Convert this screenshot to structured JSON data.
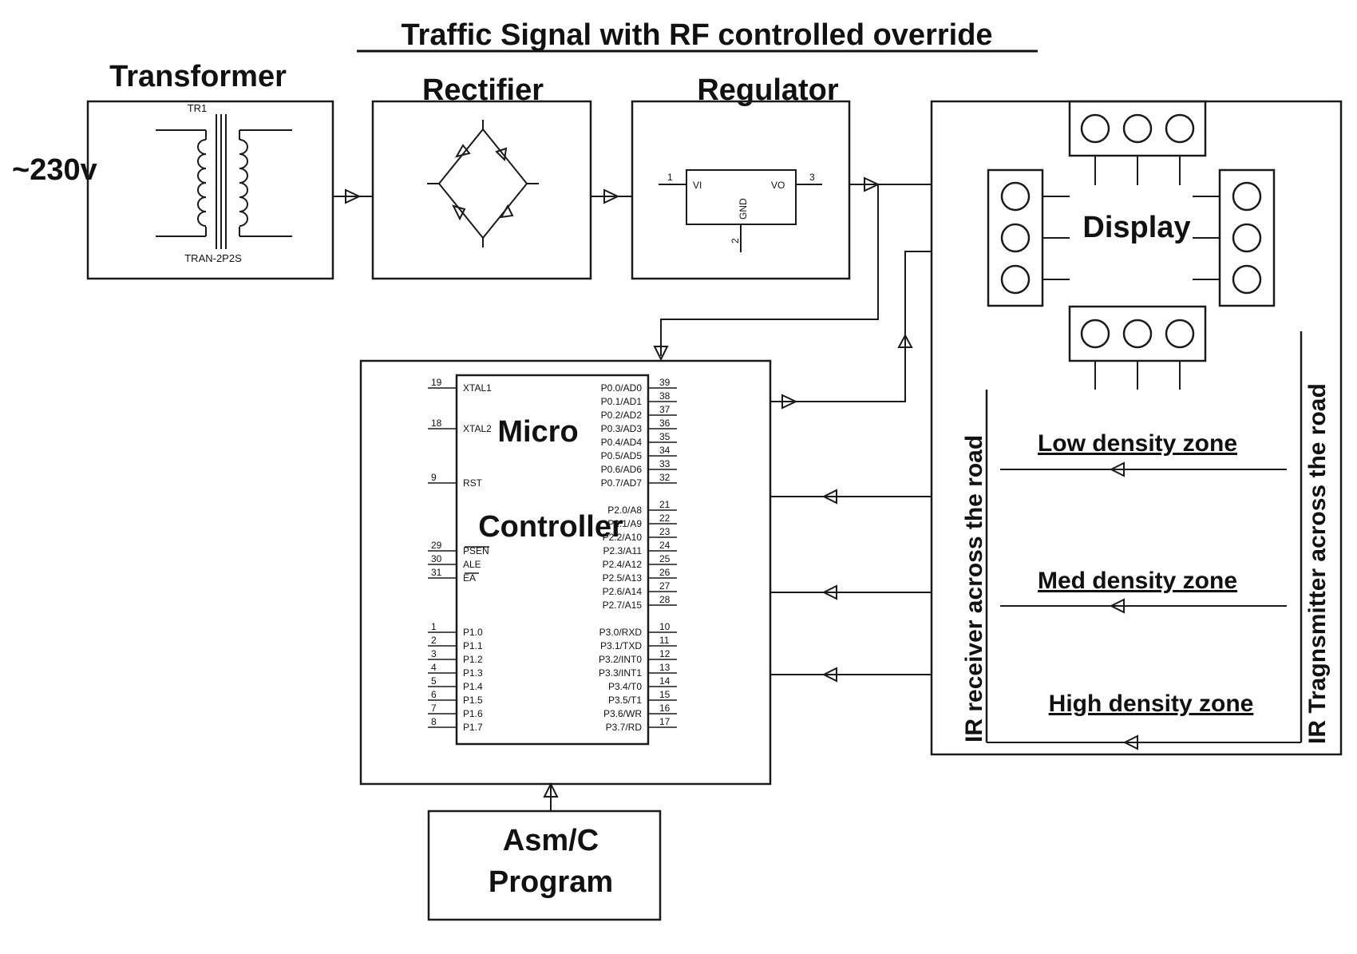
{
  "title": "Traffic Signal with RF controlled override",
  "input_voltage": "~230v",
  "blocks": {
    "transformer": {
      "label": "Transformer",
      "ref": "TR1",
      "part": "TRAN-2P2S"
    },
    "rectifier": {
      "label": "Rectifier"
    },
    "regulator": {
      "label": "Regulator",
      "pin_vi": "VI",
      "pin_vo": "VO",
      "pin_gnd": "GND",
      "num_in": "1",
      "num_out": "3",
      "num_gnd": "2"
    },
    "display": {
      "label": "Display"
    },
    "micro": {
      "label_line1": "Micro",
      "label_line2": "Controller"
    },
    "program": {
      "label_line1": "Asm/C",
      "label_line2": "Program"
    }
  },
  "zones": [
    "Low density zone",
    "Med density zone",
    "High density zone"
  ],
  "side_labels": {
    "receiver": "IR receiver across the road",
    "transmitter": "IR Tragnsmitter across the road"
  },
  "mcu_left_pins": [
    {
      "num": "19",
      "name": "XTAL1"
    },
    {
      "num": "18",
      "name": "XTAL2"
    },
    {
      "num": "9",
      "name": "RST"
    },
    {
      "num": "29",
      "name": "PSEN"
    },
    {
      "num": "30",
      "name": "ALE"
    },
    {
      "num": "31",
      "name": "EA"
    },
    {
      "num": "1",
      "name": "P1.0"
    },
    {
      "num": "2",
      "name": "P1.1"
    },
    {
      "num": "3",
      "name": "P1.2"
    },
    {
      "num": "4",
      "name": "P1.3"
    },
    {
      "num": "5",
      "name": "P1.4"
    },
    {
      "num": "6",
      "name": "P1.5"
    },
    {
      "num": "7",
      "name": "P1.6"
    },
    {
      "num": "8",
      "name": "P1.7"
    }
  ],
  "mcu_right_pins": [
    {
      "num": "39",
      "name": "P0.0/AD0"
    },
    {
      "num": "38",
      "name": "P0.1/AD1"
    },
    {
      "num": "37",
      "name": "P0.2/AD2"
    },
    {
      "num": "36",
      "name": "P0.3/AD3"
    },
    {
      "num": "35",
      "name": "P0.4/AD4"
    },
    {
      "num": "34",
      "name": "P0.5/AD5"
    },
    {
      "num": "33",
      "name": "P0.6/AD6"
    },
    {
      "num": "32",
      "name": "P0.7/AD7"
    },
    {
      "num": "21",
      "name": "P2.0/A8"
    },
    {
      "num": "22",
      "name": "P2.1/A9"
    },
    {
      "num": "23",
      "name": "P2.2/A10"
    },
    {
      "num": "24",
      "name": "P2.3/A11"
    },
    {
      "num": "25",
      "name": "P2.4/A12"
    },
    {
      "num": "26",
      "name": "P2.5/A13"
    },
    {
      "num": "27",
      "name": "P2.6/A14"
    },
    {
      "num": "28",
      "name": "P2.7/A15"
    },
    {
      "num": "10",
      "name": "P3.0/RXD"
    },
    {
      "num": "11",
      "name": "P3.1/TXD"
    },
    {
      "num": "12",
      "name": "P3.2/INT0"
    },
    {
      "num": "13",
      "name": "P3.3/INT1"
    },
    {
      "num": "14",
      "name": "P3.4/T0"
    },
    {
      "num": "15",
      "name": "P3.5/T1"
    },
    {
      "num": "16",
      "name": "P3.6/WR"
    },
    {
      "num": "17",
      "name": "P3.7/RD"
    }
  ]
}
